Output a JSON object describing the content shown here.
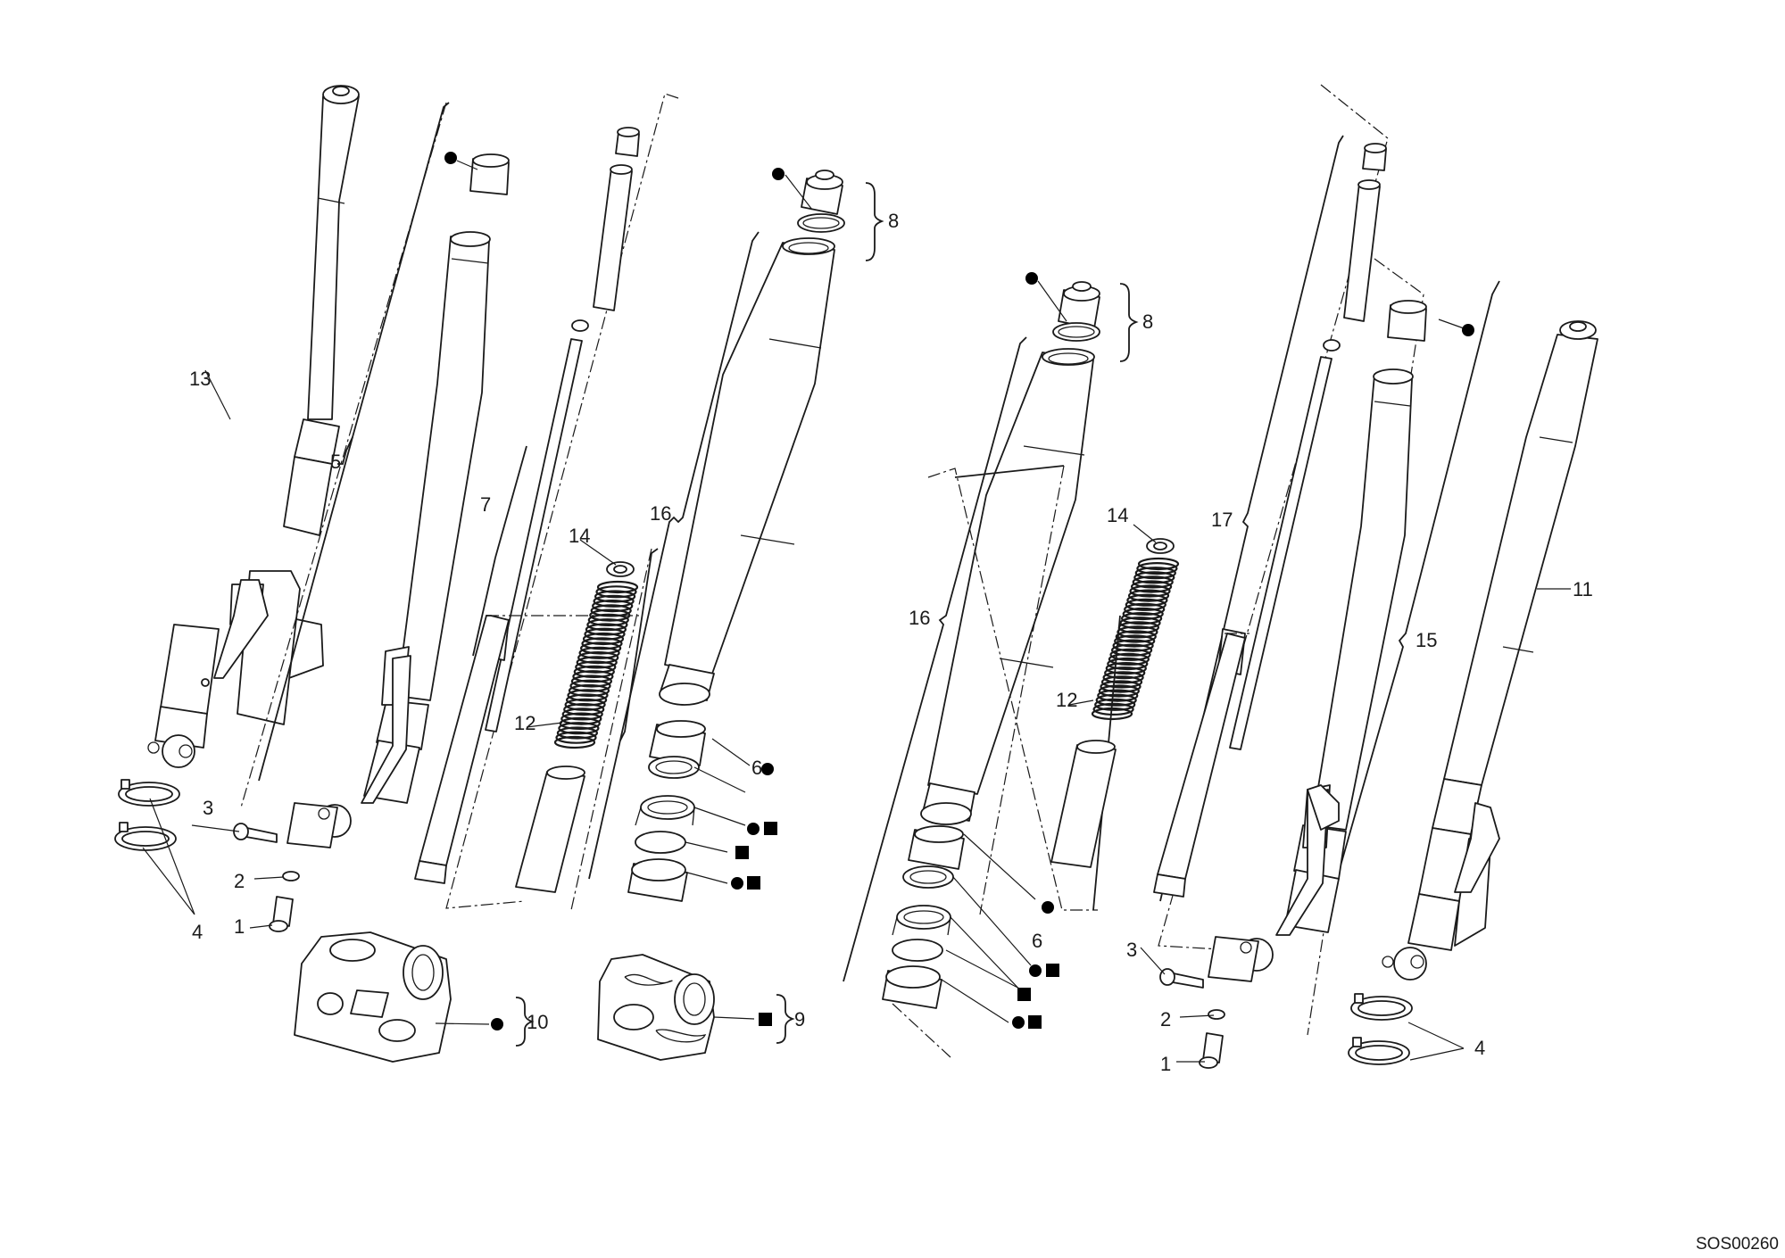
{
  "callouts": {
    "left_fork": {
      "n13": "13",
      "n5": "5",
      "n7": "7",
      "n16": "16",
      "n14": "14",
      "n12": "12",
      "n8": "8",
      "n6": "6",
      "n3": "3",
      "n2": "2",
      "n1": "1",
      "n4": "4",
      "n10": "10",
      "n9": "9"
    },
    "right_fork": {
      "n8": "8",
      "n14": "14",
      "n17": "17",
      "n16": "16",
      "n12": "12",
      "n11": "11",
      "n15": "15",
      "n6": "6",
      "n3": "3",
      "n2": "2",
      "n1": "1",
      "n4": "4"
    }
  },
  "legend_markers": {
    "dot": "circle-marker",
    "square": "square-marker"
  },
  "drawing_code": "SOS00260"
}
